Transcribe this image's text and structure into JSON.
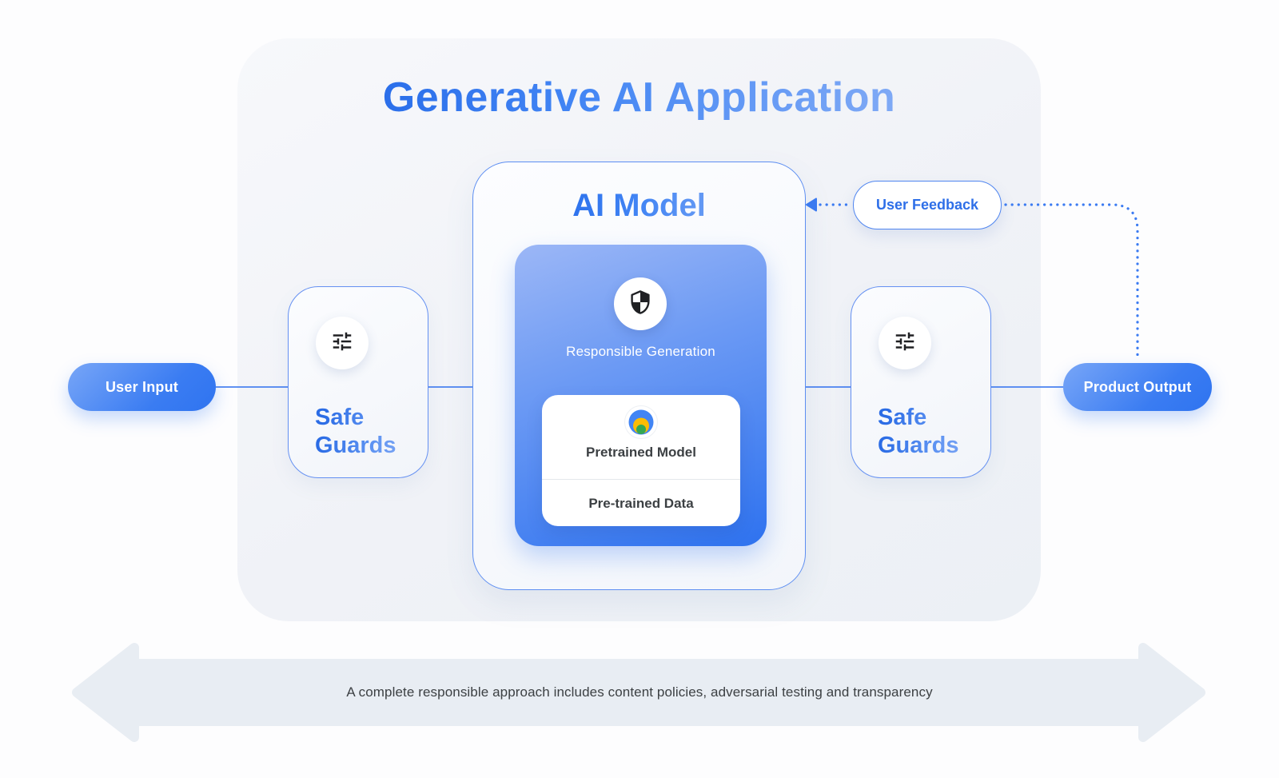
{
  "title": "Generative AI Application",
  "ai_model": {
    "title": "AI Model",
    "responsible_generation": "Responsible Generation",
    "pretrained_model": "Pretrained Model",
    "pretrained_data": "Pre-trained Data"
  },
  "safeguards": {
    "label": "Safe Guards"
  },
  "flow": {
    "user_input": "User Input",
    "product_output": "Product Output",
    "user_feedback": "User Feedback"
  },
  "banner": {
    "text": "A complete responsible approach includes content policies, adversarial testing and transparency"
  },
  "icons": {
    "safeguards": "tune-icon",
    "responsible_generation": "shield-icon",
    "pretrained_model": "nested-circles-icon"
  },
  "colors": {
    "accent_blue": "#4285f4",
    "deep_blue": "#2e72ef",
    "light_blue": "#9cb7f6",
    "google_yellow": "#fbbc04",
    "google_green": "#34a853",
    "banner_gray": "#e8edf3",
    "text_dark": "#3c4043"
  }
}
